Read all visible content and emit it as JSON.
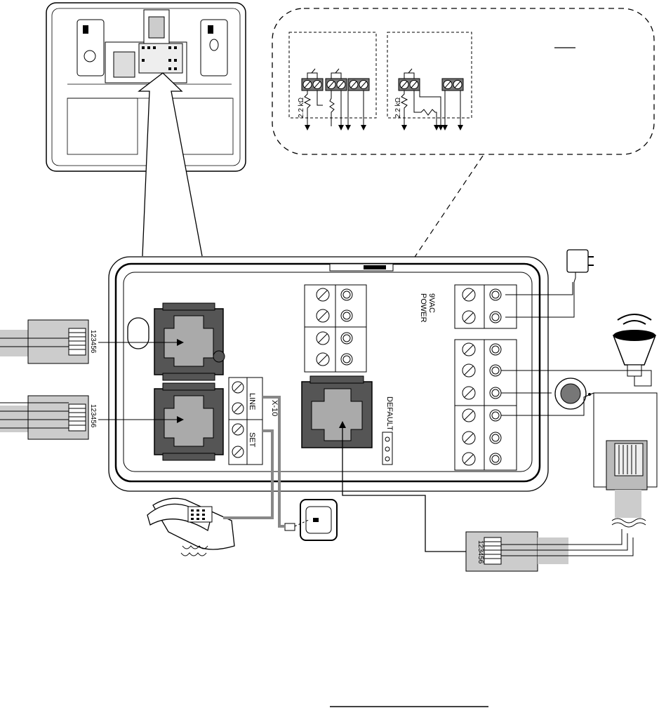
{
  "labels": {
    "power": "POWER",
    "power_rating": "9VAC",
    "line": "LINE",
    "set": "SET",
    "x10": "X-10",
    "default": "DEFAULT",
    "pin_numbers": "123456",
    "resistor_1": "2.2 kΩ",
    "resistor_2": "2.2 kΩ"
  }
}
